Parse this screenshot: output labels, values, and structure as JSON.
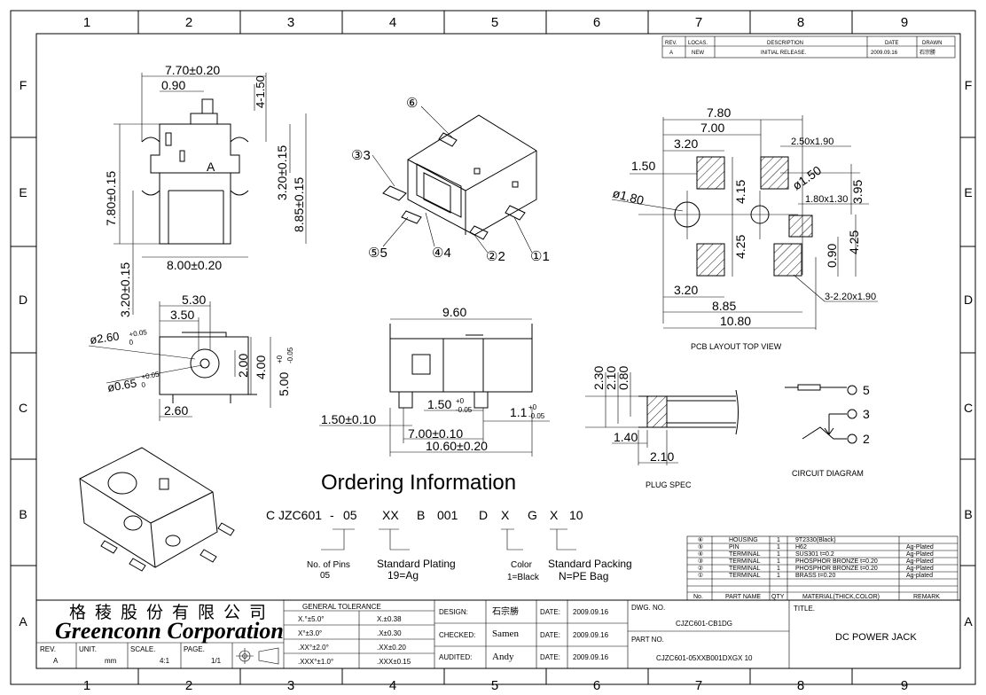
{
  "border": {
    "columns": [
      "1",
      "2",
      "3",
      "4",
      "5",
      "6",
      "7",
      "8",
      "9"
    ],
    "rows": [
      "F",
      "E",
      "D",
      "C",
      "B",
      "A"
    ]
  },
  "revision": {
    "headers": [
      "REV.",
      "LOCAS.",
      "DESCRIPTION",
      "DATE",
      "DRAWN"
    ],
    "row": [
      "A",
      "NEW",
      "INITIAL RELEASE.",
      "2009.09.16",
      "石宗勝"
    ]
  },
  "front_view": {
    "dims": [
      "7.70±0.20",
      "0.90",
      "4-1.50",
      "7.80±0.15",
      "3.20±0.15",
      "8.85±0.15",
      "8.00±0.20",
      "3.20±0.15"
    ],
    "mark": "A"
  },
  "iso_view": {
    "labels": [
      "⑥",
      "③3",
      "⑤5",
      "④4",
      "②2",
      "①1"
    ]
  },
  "pcb_layout": {
    "dims": [
      "7.80",
      "7.00",
      "3.20",
      "2.50x1.90",
      "1.50",
      "ø1.50",
      "4.15",
      "3.95",
      "ø1.80",
      "1.80x1.30",
      "4.25",
      "0.90",
      "4.25",
      "3.20",
      "3-2.20x1.90",
      "8.85",
      "10.80"
    ],
    "caption": "PCB LAYOUT TOP VIEW"
  },
  "side_view": {
    "dims": [
      "5.30",
      "3.50",
      "ø2.60",
      "+0.05",
      "0",
      "ø0.65",
      "+0.05",
      "0",
      "2.00",
      "4.00",
      "5.00",
      "+0",
      "-0.05",
      "2.60"
    ]
  },
  "bottom_view": {
    "dims": [
      "9.60",
      "1.50±0.10",
      "1.50",
      "+0",
      "-0.05",
      "1.1",
      "+0",
      "-0.05",
      "7.00±0.10",
      "10.60±0.20"
    ]
  },
  "plug_spec": {
    "dims": [
      "2.30",
      "2.10",
      "0.80",
      "1.40",
      "2.10"
    ],
    "caption": "PLUG SPEC"
  },
  "circuit": {
    "pins": [
      "5",
      "3",
      "2"
    ],
    "caption": "CIRCUIT DIAGRAM"
  },
  "ordering": {
    "title": "Ordering Information",
    "code": [
      "C JZC601",
      "-",
      "05",
      "XX",
      "B",
      "001",
      "D",
      "X",
      "G",
      "X",
      "10"
    ],
    "pins_label": "No. of Pins",
    "pins_value": "05",
    "plating_label": "Standard Plating",
    "plating_value": "19=Ag",
    "color_label": "Color",
    "color_value": "1=Black",
    "packing_label": "Standard Packing",
    "packing_value": "N=PE Bag"
  },
  "parts_table": {
    "headers": [
      "No.",
      "PART NAME",
      "QTY",
      "MATERIAL(THICK,COLOR)",
      "REMARK"
    ],
    "rows": [
      [
        "⑥",
        "HOUSING",
        "1",
        "9T2330(Black)",
        ""
      ],
      [
        "⑤",
        "PIN",
        "1",
        "H62",
        "Ag-Plated"
      ],
      [
        "④",
        "TERMINAL",
        "1",
        "SUS301 t=0.2",
        "Ag-Plated"
      ],
      [
        "③",
        "TERMINAL",
        "1",
        "PHOSPHOR BRONZE t=0.20",
        "Ag-Plated"
      ],
      [
        "②",
        "TERMINAL",
        "1",
        "PHOSPHOR BRONZE t=0.20",
        "Ag-Plated"
      ],
      [
        "①",
        "TERMINAL",
        "1",
        "BRASS t=0.20",
        "Ag-plated"
      ]
    ]
  },
  "title_block": {
    "company_cn": "格稜股份有限公司",
    "company_en": "Greenconn Corporation",
    "tolerance_title": "GENERAL TOLERANCE",
    "tolerances": [
      [
        "X.°±5.0°",
        "X.±0.38"
      ],
      [
        "X°±3.0°",
        ".X±0.30"
      ],
      [
        ".XX°±2.0°",
        ".XX±0.20"
      ],
      [
        ".XXX°±1.0°",
        ".XXX±0.15"
      ]
    ],
    "rev_label": "REV.",
    "rev_value": "A",
    "unit_label": "UNIT.",
    "unit_value": "mm",
    "scale_label": "SCALE.",
    "scale_value": "4:1",
    "page_label": "PAGE.",
    "page_value": "1/1",
    "design_label": "DESIGN:",
    "design_value": "石宗勝",
    "checked_label": "CHECKED:",
    "checked_value": "Samen",
    "audited_label": "AUDITED:",
    "audited_value": "Andy",
    "date_label": "DATE:",
    "dates": [
      "2009.09.16",
      "2009.09.16",
      "2009.09.16"
    ],
    "dwg_label": "DWG. NO.",
    "dwg_value": "CJZC601-CB1DG",
    "part_label": "PART NO.",
    "part_value": "CJZC601-05XXB001DXGX 10",
    "title_label": "TITLE.",
    "title_value": "DC POWER JACK"
  }
}
